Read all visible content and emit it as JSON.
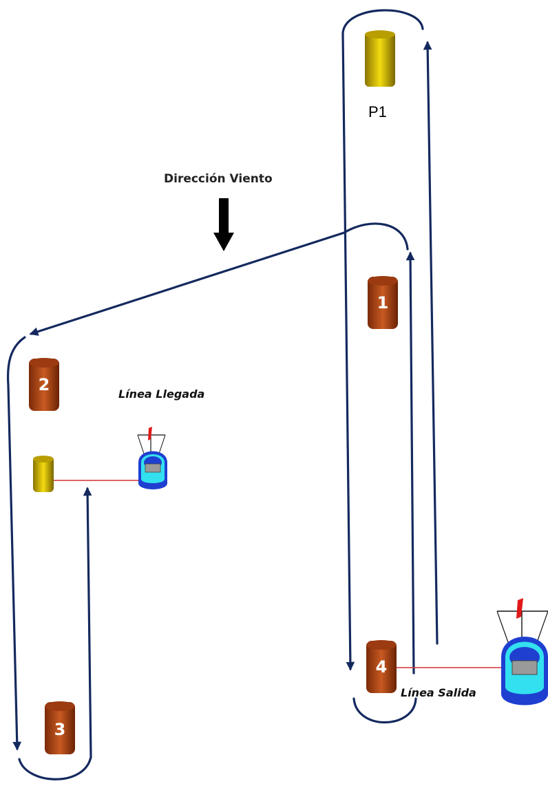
{
  "wind": {
    "label": "Dirección Viento"
  },
  "marks": {
    "p1": {
      "label": "P1",
      "color": "#d4b800"
    },
    "buoy1": {
      "number": "1",
      "color": "#b6471c"
    },
    "buoy2": {
      "number": "2",
      "color": "#b6471c"
    },
    "buoy3": {
      "number": "3",
      "color": "#b6471c"
    },
    "buoy4": {
      "number": "4",
      "color": "#b6471c"
    },
    "finish_pin": {
      "color": "#d4b800"
    }
  },
  "lines": {
    "finish": {
      "label": "Línea Llegada",
      "color": "#d43030"
    },
    "start": {
      "label": "Línea Salida",
      "color": "#d43030"
    }
  },
  "route_color": "#14295e",
  "boats": {
    "committee_finish": {
      "hull": "#1f3fd1",
      "deck": "#33e0ef",
      "flag": "#e01818"
    },
    "committee_start": {
      "hull": "#1f3fd1",
      "deck": "#33e0ef",
      "flag": "#e01818"
    }
  }
}
